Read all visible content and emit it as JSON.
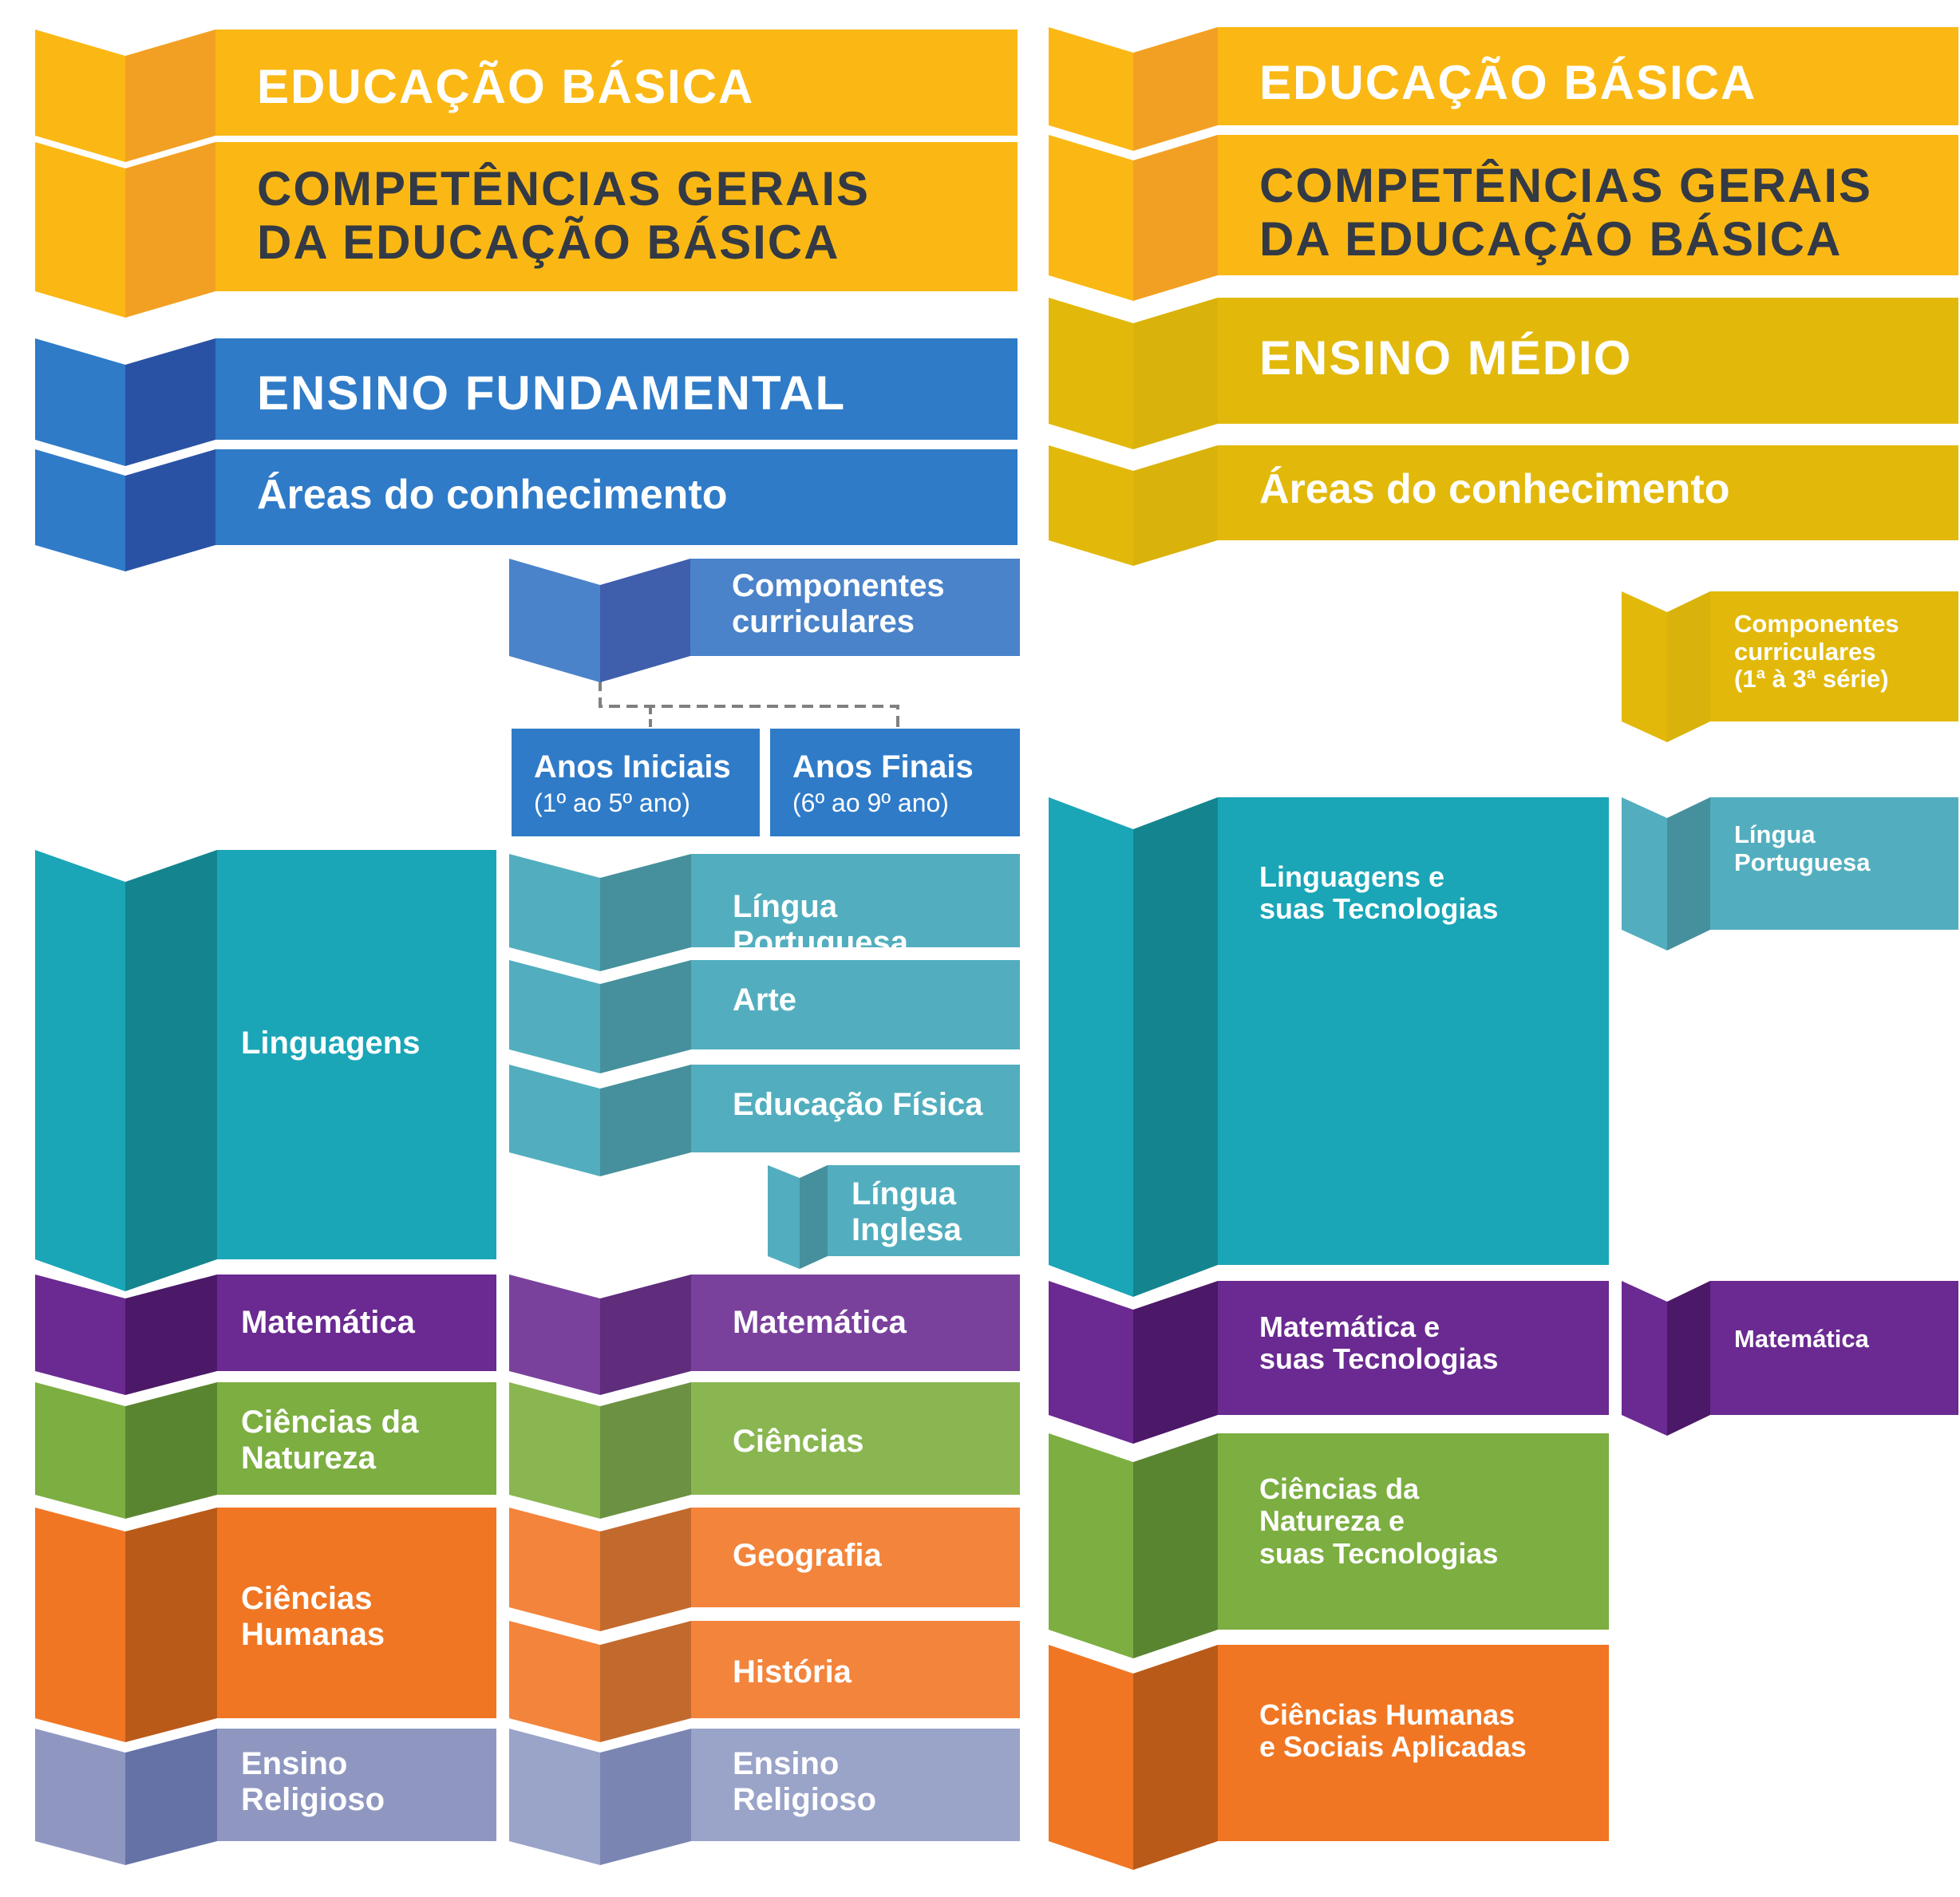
{
  "colors": {
    "yellow_main": "#fbb814",
    "yellow_left": "#fbb814",
    "yellow_dark": "#f2a023",
    "blue_main": "#2f7bc8",
    "blue_left": "#2f7bc8",
    "blue_dark": "#2a52a4",
    "blue_light_main": "#4a83c9",
    "blue_light_left": "#4a83c9",
    "blue_light_dark": "#3f5eac",
    "mustard_main": "#e2b90a",
    "mustard_left": "#e2b90a",
    "mustard_dark": "#d9b20b",
    "teal_main": "#1aa6b7",
    "teal_left": "#1aa6b7",
    "teal_dark": "#14858f",
    "teal_light_main": "#52aebe",
    "teal_light_left": "#52aebe",
    "teal_light_dark": "#45909c",
    "purple_main": "#6a2a91",
    "purple_left": "#6a2a91",
    "purple_dark": "#4c1868",
    "purple_light_main": "#7a419c",
    "purple_light_left": "#7a419c",
    "purple_light_dark": "#5f2d7c",
    "green_main": "#7cae41",
    "green_left": "#7cae41",
    "green_dark": "#5a8530",
    "green_light_main": "#8ab652",
    "green_light_left": "#8ab652",
    "green_light_dark": "#6c9142",
    "orange_main": "#f07623",
    "orange_left": "#f07623",
    "orange_dark": "#b95a18",
    "orange_light_main": "#f3843c",
    "orange_light_left": "#f3843c",
    "orange_light_dark": "#c26a2e",
    "lavender_main": "#8f97c1",
    "lavender_left": "#8f97c1",
    "lavender_dark": "#6572a6",
    "lavender_light_main": "#9aa3c8",
    "lavender_light_left": "#9aa3c8",
    "lavender_light_dark": "#7a85b2",
    "connector": "#808080"
  },
  "fundamental": {
    "educacao_basica": "EDUCAÇÃO BÁSICA",
    "competencias": "COMPETÊNCIAS GERAIS\nDA EDUCAÇÃO BÁSICA",
    "etapa": "ENSINO FUNDAMENTAL",
    "areas": "Áreas do conhecimento",
    "componentes": "Componentes\ncurriculares",
    "anos_iniciais": {
      "title": "Anos Iniciais",
      "range": "(1º ao 5º ano)"
    },
    "anos_finais": {
      "title": "Anos Finais",
      "range": "(6º ao 9º ano)"
    },
    "areas_list": [
      {
        "label": "Linguagens"
      },
      {
        "label": "Matemática"
      },
      {
        "label": "Ciências da\nNatureza"
      },
      {
        "label": "Ciências\nHumanas"
      },
      {
        "label": "Ensino\nReligioso"
      }
    ],
    "componentes_list": [
      {
        "label": "Língua Portuguesa"
      },
      {
        "label": "Arte"
      },
      {
        "label": "Educação Física"
      },
      {
        "label": "Língua\nInglesa"
      },
      {
        "label": "Matemática"
      },
      {
        "label": "Ciências"
      },
      {
        "label": "Geografia"
      },
      {
        "label": "História"
      },
      {
        "label": "Ensino\nReligioso"
      }
    ]
  },
  "medio": {
    "educacao_basica": "EDUCAÇÃO BÁSICA",
    "competencias": "COMPETÊNCIAS GERAIS\nDA EDUCAÇÃO BÁSICA",
    "etapa": "ENSINO MÉDIO",
    "areas": "Áreas do conhecimento",
    "componentes": "Componentes\ncurriculares\n(1ª à 3ª série)",
    "areas_list": [
      {
        "label": "Linguagens e\nsuas Tecnologias"
      },
      {
        "label": "Matemática e\nsuas Tecnologias"
      },
      {
        "label": "Ciências da\nNatureza e\nsuas Tecnologias"
      },
      {
        "label": "Ciências Humanas\ne Sociais Aplicadas"
      }
    ],
    "componentes_list": [
      {
        "label": "Língua\nPortuguesa"
      },
      {
        "label": "Matemática"
      }
    ]
  }
}
